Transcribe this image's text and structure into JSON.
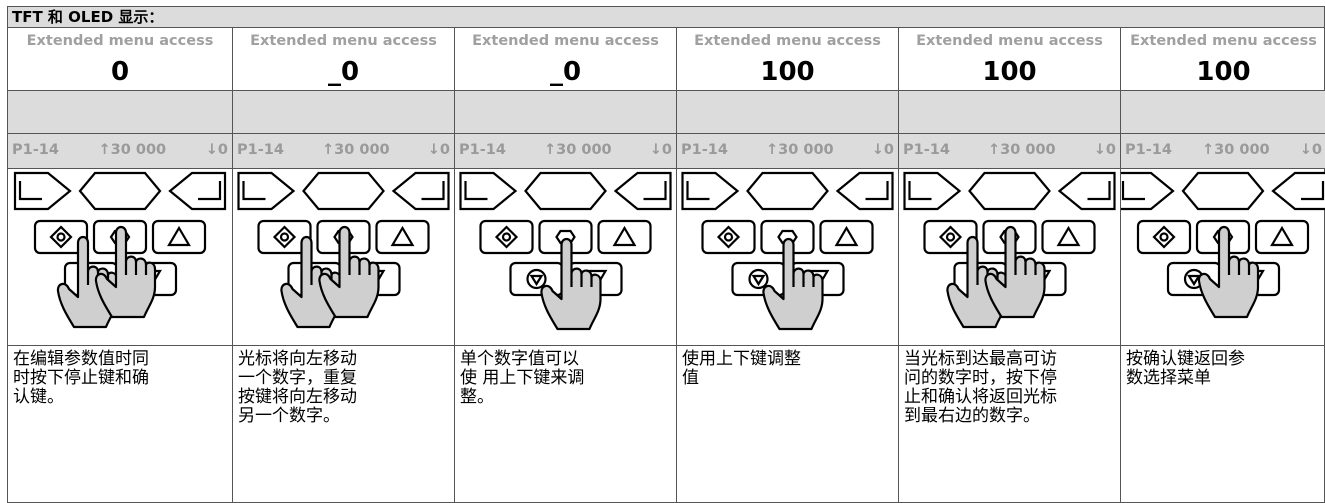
{
  "header": {
    "title": "TFT 和 OLED 显示："
  },
  "columns": [
    {
      "menu_label": "Extended menu access",
      "value": "0",
      "param": "P1-14",
      "max": "↑30 000",
      "min": "↓0",
      "description": "在编辑参数值时同\n时按下停止键和确\n认键。"
    },
    {
      "menu_label": "Extended menu access",
      "value": "_0",
      "param": "P1-14",
      "max": "↑30 000",
      "min": "↓0",
      "description": "光标将向左移动\n一个数字，重复\n按键将向左移动\n另一个数字。"
    },
    {
      "menu_label": "Extended menu access",
      "value": "_0",
      "param": "P1-14",
      "max": "↑30 000",
      "min": "↓0",
      "description": "单个数字值可以\n使 用上下键来调\n整。"
    },
    {
      "menu_label": "Extended menu access",
      "value": "100",
      "param": "P1-14",
      "max": "↑30 000",
      "min": "↓0",
      "description": "使用上下键调整\n值"
    },
    {
      "menu_label": "Extended menu access",
      "value": "100",
      "param": "P1-14",
      "max": "↑30 000",
      "min": "↓0",
      "description": "当光标到达最高可访\n问的数字时，按下停\n止和确认将返回光标\n到最右边的数字。"
    },
    {
      "menu_label": "Extended menu access",
      "value": "100",
      "param": "P1-14",
      "max": "↑30 000",
      "min": "↓0",
      "description": "按确认键返回参\n数选择菜单"
    }
  ],
  "icons": {
    "start_key": "start-diamond-icon",
    "stop_key": "stop-circle-icon",
    "up_key": "up-triangle-icon",
    "down_key": "down-triangle-icon",
    "confirm_key": "confirm-oval-icon",
    "hand": "pointing-hand-icon"
  }
}
